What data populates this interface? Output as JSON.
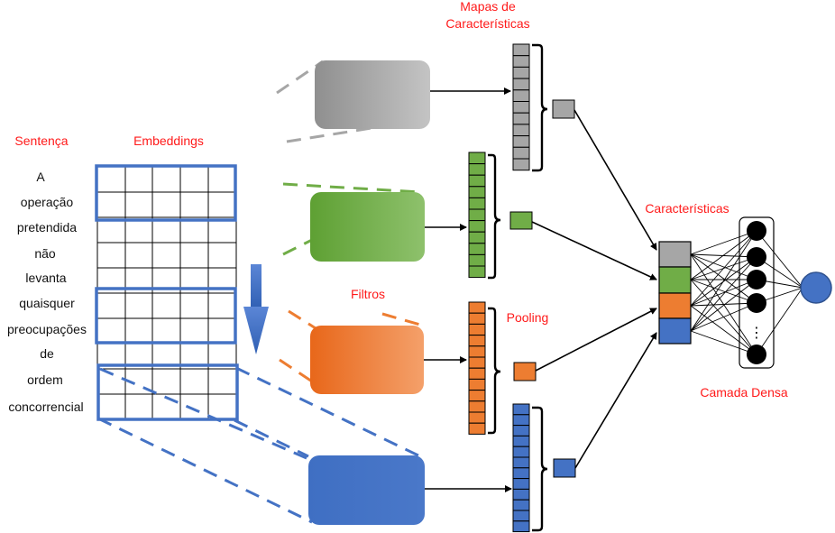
{
  "labels": {
    "sentence_header": "Sentença",
    "embeddings_header": "Embeddings",
    "feature_maps_line1": "Mapas de",
    "feature_maps_line2": "Características",
    "filters": "Filtros",
    "pooling": "Pooling",
    "features": "Características",
    "dense_layer": "Camada Densa",
    "ellipsis": "⋮"
  },
  "sentence_words": [
    "A",
    "operação",
    "pretendida",
    "não",
    "levanta",
    "quaisquer",
    "preocupações",
    "de",
    "ordem",
    "concorrencial"
  ],
  "colors": {
    "label_red": "#ff1a1a",
    "gray_filter": "#a6a6a6",
    "green_filter": "#70ad47",
    "orange_filter": "#ed7d31",
    "blue_filter": "#4472c4",
    "highlight_blue": "#4472c4",
    "arrow_blue": "#4472c4",
    "line_black": "#000000"
  },
  "filters": [
    {
      "name": "gray",
      "color": "#a6a6a6",
      "feature_map_cells": 11
    },
    {
      "name": "green",
      "color": "#70ad47",
      "feature_map_cells": 11
    },
    {
      "name": "orange",
      "color": "#ed7d31",
      "feature_map_cells": 12
    },
    {
      "name": "blue",
      "color": "#4472c4",
      "feature_map_cells": 12
    }
  ],
  "dense_nodes": 5
}
